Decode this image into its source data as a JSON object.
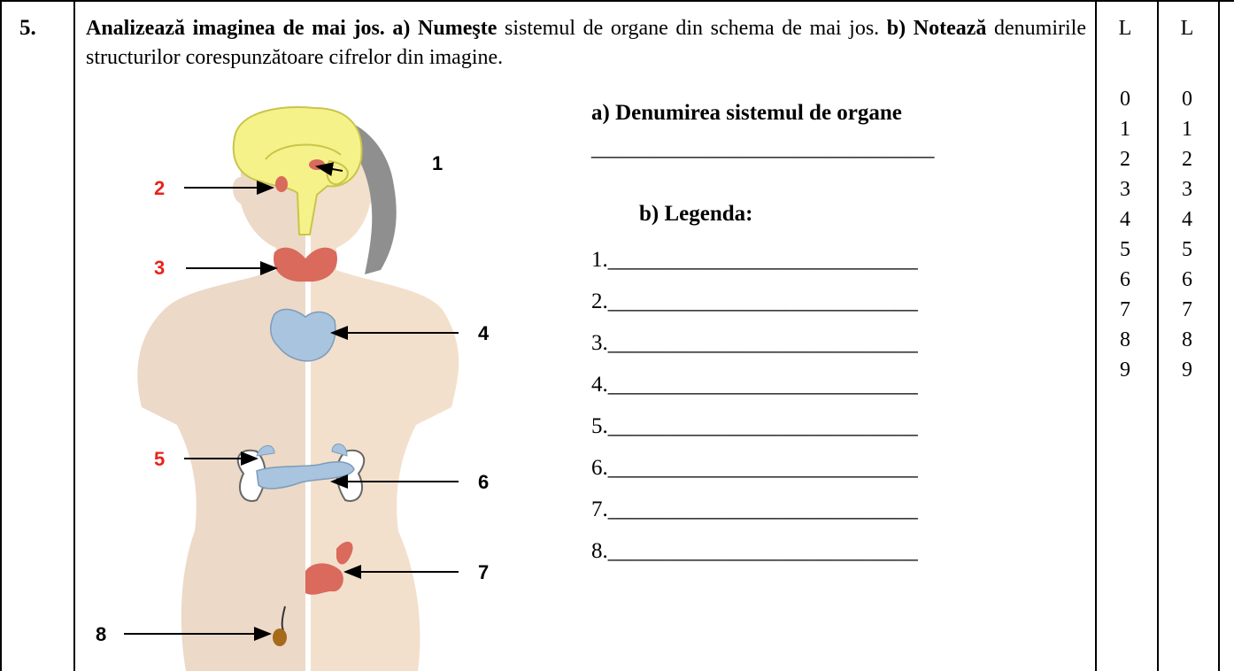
{
  "question": {
    "number": "5.",
    "parts": [
      {
        "text": "Analizează imaginea de mai jos. a) ",
        "bold": true
      },
      {
        "text": "Numeşte",
        "bold": true
      },
      {
        "text": " sistemul de organe din schema de mai jos. ",
        "bold": false
      },
      {
        "text": "b) Notează",
        "bold": true
      },
      {
        "text": " denumirile structurilor corespunzătoare cifrelor din imagine.",
        "bold": false
      }
    ]
  },
  "answer_a": {
    "title": "a) Denumirea sistemul de organe",
    "blank": "_______________________________"
  },
  "answer_b": {
    "title": "b) Legenda:",
    "items": [
      "1.____________________________",
      "2.____________________________",
      "3.____________________________",
      "4.____________________________",
      "5.____________________________",
      "6.____________________________",
      "7.____________________________",
      "8.____________________________"
    ]
  },
  "figure": {
    "labels": [
      "1",
      "2",
      "3",
      "4",
      "5",
      "6",
      "7",
      "8"
    ],
    "colors": {
      "skin_left": "#ecd9c7",
      "skin_right": "#f3e0cc",
      "hair": "#8f8f8f",
      "brain": "#f6f28a",
      "gland_red": "#d96a5c",
      "gland_blue": "#a8c4de",
      "label_red": "#e8231b"
    }
  },
  "scores": {
    "col1": {
      "header": "L",
      "values": [
        "0",
        "1",
        "2",
        "3",
        "4",
        "5",
        "6",
        "7",
        "8",
        "9"
      ]
    },
    "col2": {
      "header": "L",
      "values": [
        "0",
        "1",
        "2",
        "3",
        "4",
        "5",
        "6",
        "7",
        "8",
        "9"
      ]
    }
  }
}
